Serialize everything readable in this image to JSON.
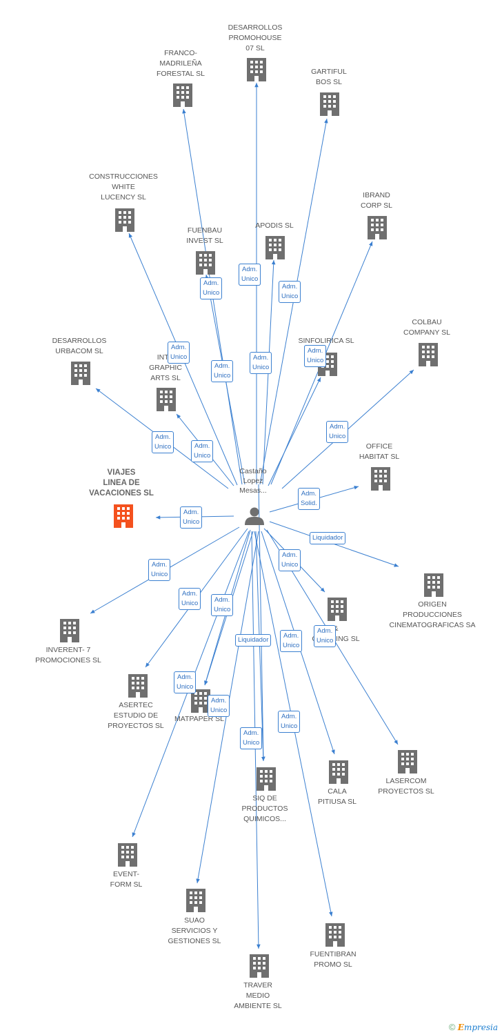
{
  "center": {
    "label": [
      "Castaño",
      "Lopez",
      "Mesas..."
    ]
  },
  "colors": {
    "company": "#6f6f6f",
    "focus": "#f4511e",
    "edge": "#3a7fd0",
    "person": "#6f6f6f"
  },
  "companies": [
    {
      "id": "desarrollos-promohouse",
      "label": [
        "DESARROLLOS",
        "PROMOHOUSE",
        "07 SL"
      ]
    },
    {
      "id": "franco-madrilena",
      "label": [
        "FRANCO-",
        "MADRILEÑA",
        "FORESTAL SL"
      ]
    },
    {
      "id": "gartiful-bos",
      "label": [
        "GARTIFUL",
        "BOS SL"
      ]
    },
    {
      "id": "construcciones-white",
      "label": [
        "CONSTRUCCIONES",
        "WHITE",
        "LUCENCY SL"
      ]
    },
    {
      "id": "ibrand-corp",
      "label": [
        "IBRAND",
        "CORP SL"
      ]
    },
    {
      "id": "apodis",
      "label": [
        "APODIS SL"
      ]
    },
    {
      "id": "fuenbau-invest",
      "label": [
        "FUENBAU",
        "INVEST SL"
      ]
    },
    {
      "id": "colbau-company",
      "label": [
        "COLBAU",
        "COMPANY SL"
      ]
    },
    {
      "id": "desarrollos-urbacom",
      "label": [
        "DESARROLLOS",
        "URBACOM SL"
      ]
    },
    {
      "id": "sinfolirica",
      "label": [
        "SINFOLIRICA SL"
      ]
    },
    {
      "id": "intr-graphic-arts",
      "label": [
        "INTR",
        "GRAPHIC",
        "ARTS SL"
      ]
    },
    {
      "id": "office-habitat",
      "label": [
        "OFFICE",
        "HABITAT SL"
      ]
    },
    {
      "id": "viajes-linea",
      "label": [
        "VIAJES",
        "LINEA DE",
        "VACACIONES SL"
      ]
    },
    {
      "id": "origen-producciones",
      "label": [
        "ORIGEN",
        "PRODUCCIONES",
        "CINEMATOGRAFICAS SA"
      ]
    },
    {
      "id": "catering",
      "label": [
        "&",
        "CATERING SL"
      ]
    },
    {
      "id": "inverent-7",
      "label": [
        "INVERENT- 7",
        "PROMOCIONES SL"
      ]
    },
    {
      "id": "asertec",
      "label": [
        "ASERTEC",
        "ESTUDIO DE",
        "PROYECTOS SL"
      ]
    },
    {
      "id": "matpaper",
      "label": [
        "MATPAPER SL"
      ]
    },
    {
      "id": "lasercom",
      "label": [
        "LASERCOM",
        "PROYECTOS SL"
      ]
    },
    {
      "id": "cala-pitiusa",
      "label": [
        "CALA",
        "PITIUSA SL"
      ]
    },
    {
      "id": "siq-productos",
      "label": [
        "SIQ DE",
        "PRODUCTOS",
        "QUIMICOS..."
      ]
    },
    {
      "id": "event-form",
      "label": [
        "EVENT-",
        "FORM SL"
      ]
    },
    {
      "id": "suao-servicios",
      "label": [
        "SUAO",
        "SERVICIOS Y",
        "GESTIONES SL"
      ]
    },
    {
      "id": "fuentibran-promo",
      "label": [
        "FUENTIBRAN",
        "PROMO SL"
      ]
    },
    {
      "id": "traver-medio",
      "label": [
        "TRAVER",
        "MEDIO",
        "AMBIENTE SL"
      ]
    }
  ],
  "edges": [
    {
      "to": "desarrollos-promohouse",
      "role": [
        "Adm.",
        "Unico"
      ]
    },
    {
      "to": "franco-madrilena",
      "role": [
        "Adm.",
        "Unico"
      ]
    },
    {
      "to": "gartiful-bos",
      "role": [
        "Adm.",
        "Unico"
      ]
    },
    {
      "to": "construcciones-white",
      "role": [
        "Adm.",
        "Unico"
      ]
    },
    {
      "to": "ibrand-corp",
      "role": [
        "Adm.",
        "Unico"
      ]
    },
    {
      "to": "apodis",
      "role": [
        "Adm.",
        "Unico"
      ]
    },
    {
      "to": "fuenbau-invest",
      "role": [
        "Adm.",
        "Unico"
      ]
    },
    {
      "to": "colbau-company",
      "role": [
        "Adm.",
        "Unico"
      ]
    },
    {
      "to": "desarrollos-urbacom",
      "role": [
        "Adm.",
        "Unico"
      ]
    },
    {
      "to": "sinfolirica",
      "role": [
        "Adm.",
        "Unico"
      ]
    },
    {
      "to": "intr-graphic-arts",
      "role": [
        "Adm.",
        "Unico"
      ]
    },
    {
      "to": "office-habitat",
      "role": [
        "Adm.",
        "Solid."
      ]
    },
    {
      "to": "viajes-linea",
      "role": [
        "Adm.",
        "Unico"
      ]
    },
    {
      "to": "origen-producciones",
      "role": [
        "Liquidador"
      ]
    },
    {
      "to": "catering",
      "role": [
        "Adm.",
        "Unico"
      ]
    },
    {
      "to": "inverent-7",
      "role": [
        "Adm.",
        "Unico"
      ]
    },
    {
      "to": "asertec",
      "role": [
        "Adm.",
        "Unico"
      ]
    },
    {
      "to": "matpaper",
      "role": [
        "Adm.",
        "Unico"
      ]
    },
    {
      "to": "lasercom",
      "role": [
        "Adm.",
        "Unico"
      ]
    },
    {
      "to": "cala-pitiusa",
      "role": [
        "Adm.",
        "Unico"
      ]
    },
    {
      "to": "siq-productos",
      "role": [
        "Liquidador"
      ]
    },
    {
      "to": "event-form",
      "role": [
        "Adm.",
        "Unico"
      ]
    },
    {
      "to": "suao-servicios",
      "role": [
        "Adm.",
        "Unico"
      ]
    },
    {
      "to": "fuentibran-promo",
      "role": [
        "Adm.",
        "Unico"
      ]
    },
    {
      "to": "traver-medio",
      "role": [
        "Adm.",
        "Unico"
      ]
    },
    {
      "to": "matpaper",
      "role": [
        "Adm.",
        "Unico"
      ]
    },
    {
      "to": "siq-productos",
      "role": [
        "Adm.",
        "Unico"
      ]
    }
  ],
  "footer": {
    "symbol": "©",
    "brand_initial": "E",
    "brand_rest": "mpresia"
  }
}
